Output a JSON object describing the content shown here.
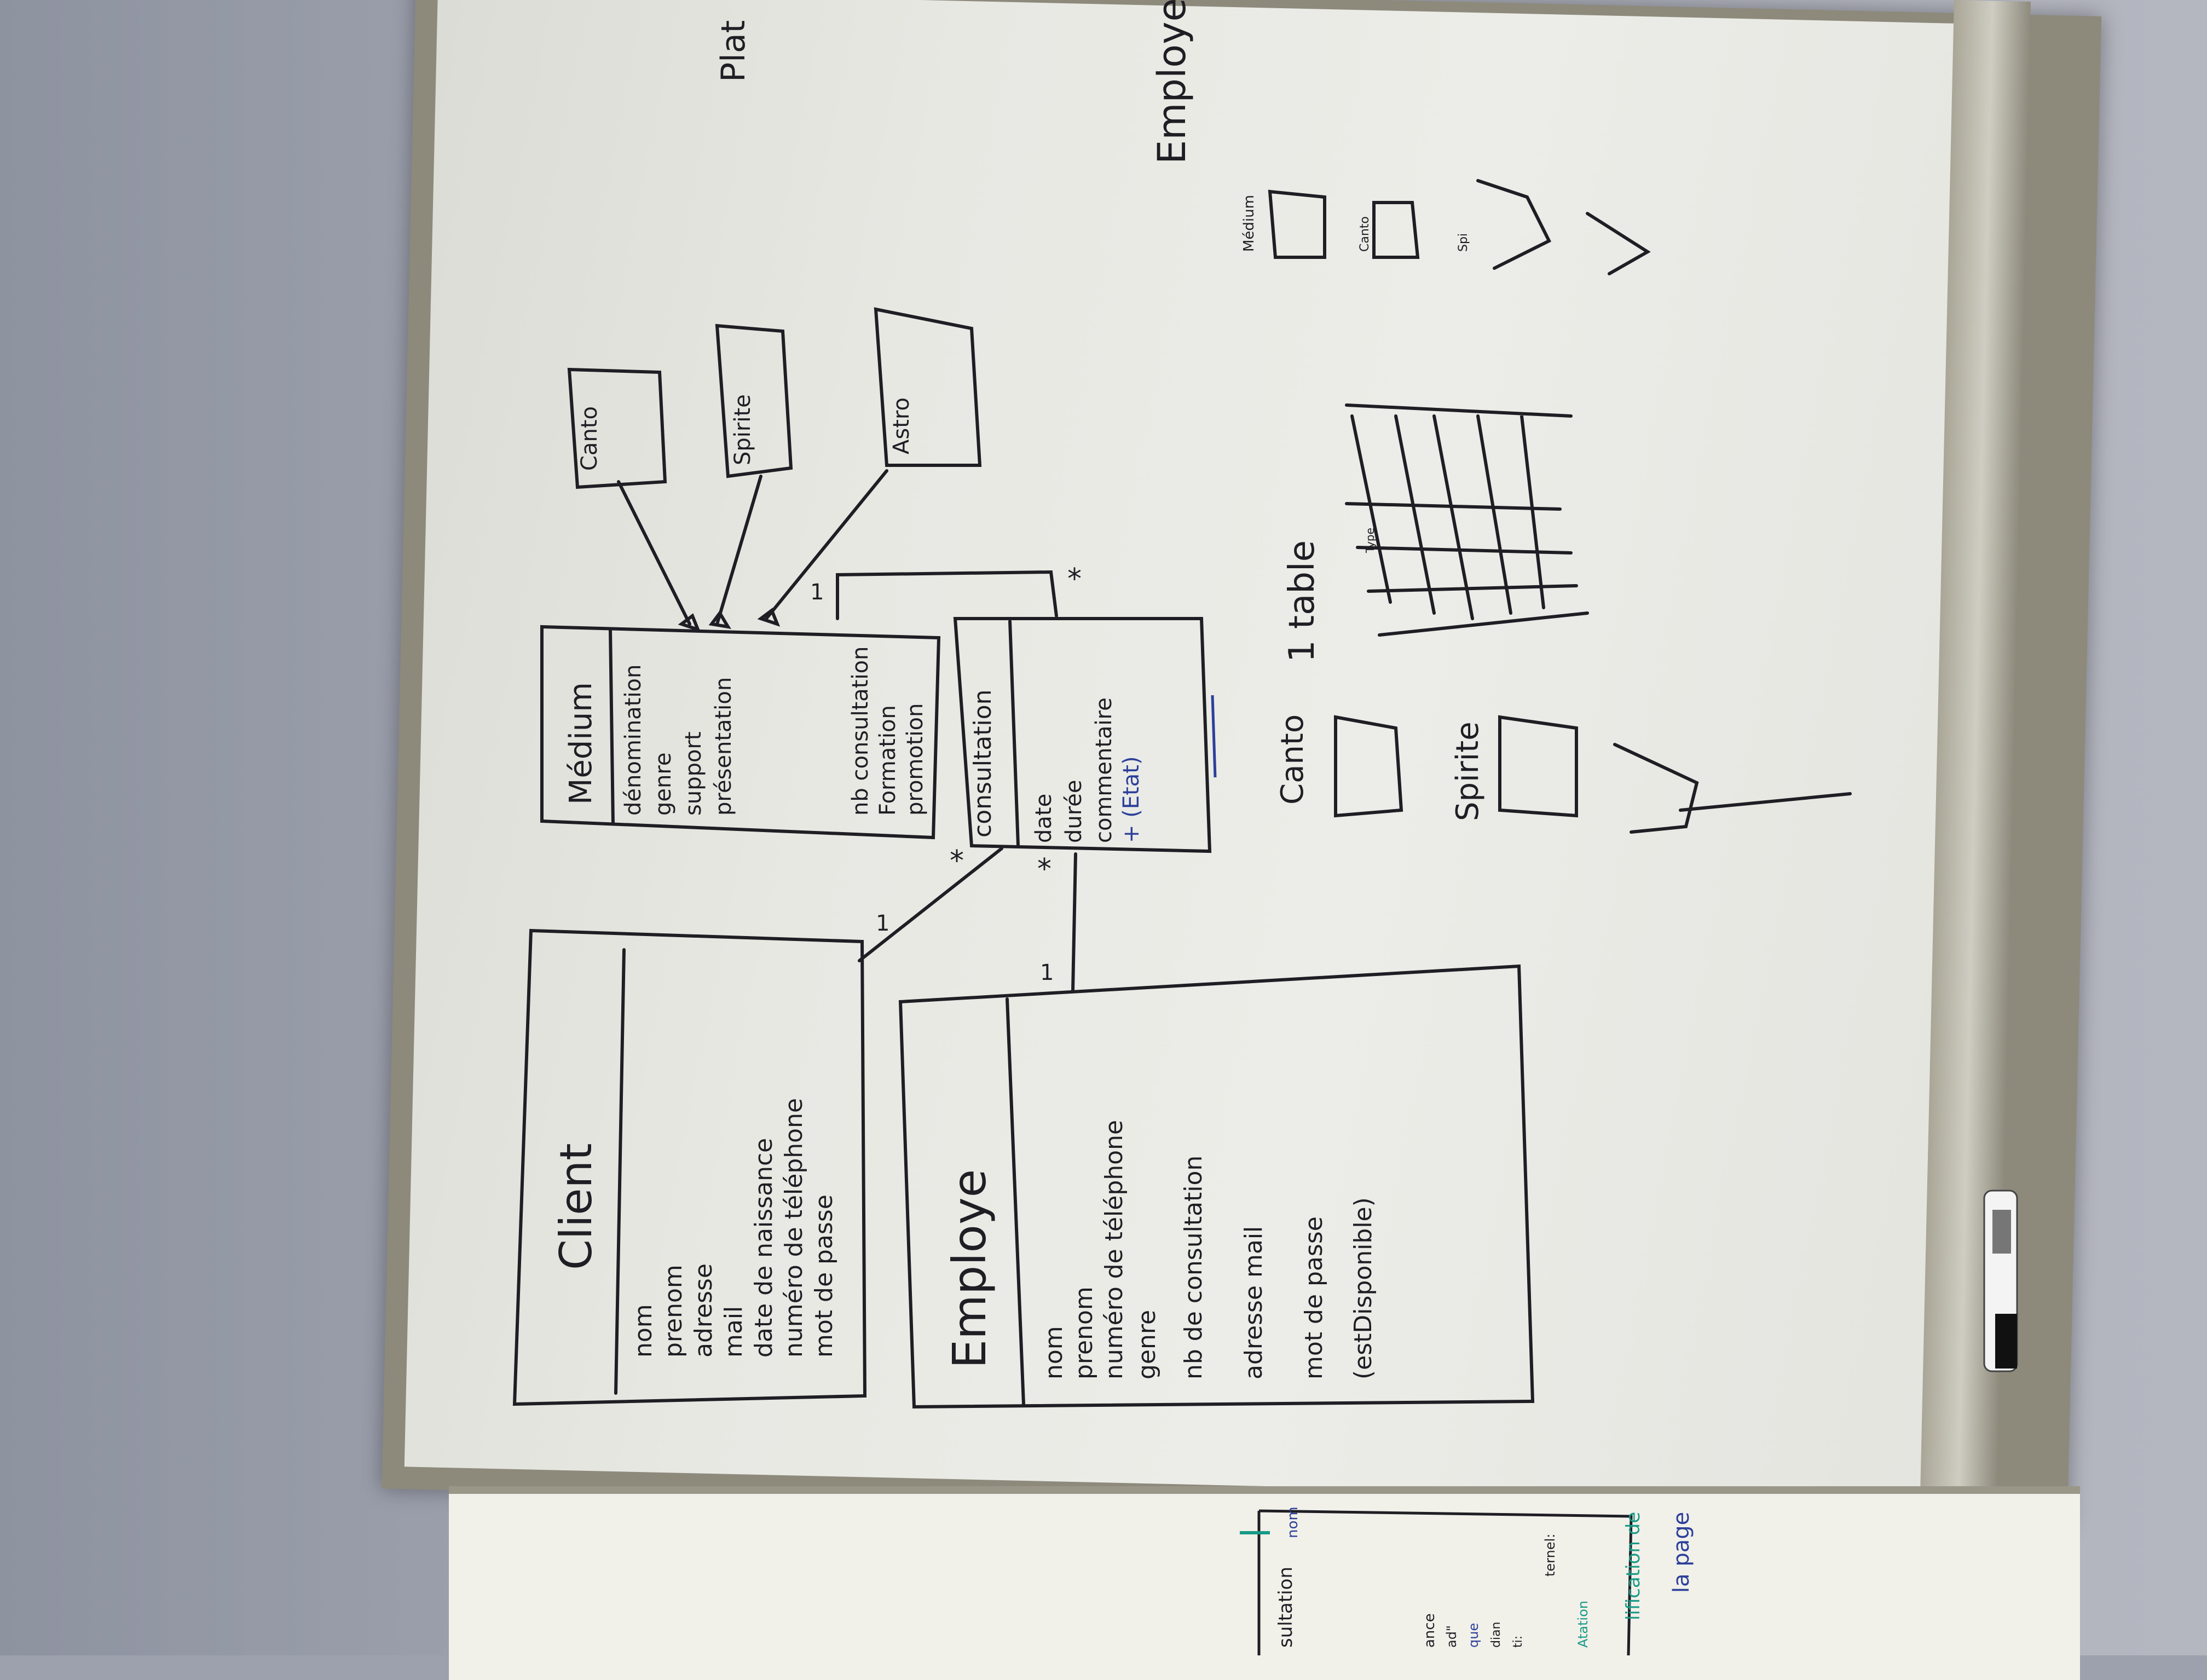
{
  "diagram": {
    "client": {
      "title": "Client",
      "attrs": [
        "nom",
        "prenom",
        "adresse",
        "mail",
        "date de naissance",
        "numéro de téléphone",
        "mot de passe"
      ]
    },
    "employe": {
      "title": "Employe",
      "attrs": [
        "nom",
        "prenom",
        "numéro de téléphone",
        "genre",
        "nb de consultation",
        "adresse mail",
        "mot de passe",
        "(estDisponible)"
      ]
    },
    "medium": {
      "title": "Médium",
      "attrs": [
        "dénomination",
        "genre",
        "support",
        "présentation"
      ],
      "extra": [
        "nb consultation",
        "Formation",
        "promotion"
      ]
    },
    "consultation": {
      "title": "consultation",
      "attrs": [
        "date",
        "durée",
        "commentaire",
        "+ (Etat)"
      ]
    },
    "subclasses": [
      "Canto",
      "Spirite",
      "Astro"
    ],
    "multiplicities": [
      "1",
      "*",
      "1",
      "*",
      "1",
      "*"
    ]
  },
  "right_notes": {
    "top": [
      "Plat",
      "Employe"
    ],
    "sketch_labels": [
      "Médium",
      "Canto",
      "Spi"
    ],
    "bottom": [
      "Canto",
      "1 table",
      "Spirite"
    ],
    "table_label": "Type"
  },
  "lower_board": {
    "words": [
      "nom",
      "sultation",
      "ance",
      "ad\"",
      "que",
      "dian",
      "ti:",
      "ternel:",
      "Atation",
      "lification de",
      "la page"
    ]
  },
  "colors": {
    "ink": "#1e1e24",
    "blue_ink": "#2c3f9a",
    "teal_ink": "#169a86",
    "board": "#e8e8e3"
  }
}
